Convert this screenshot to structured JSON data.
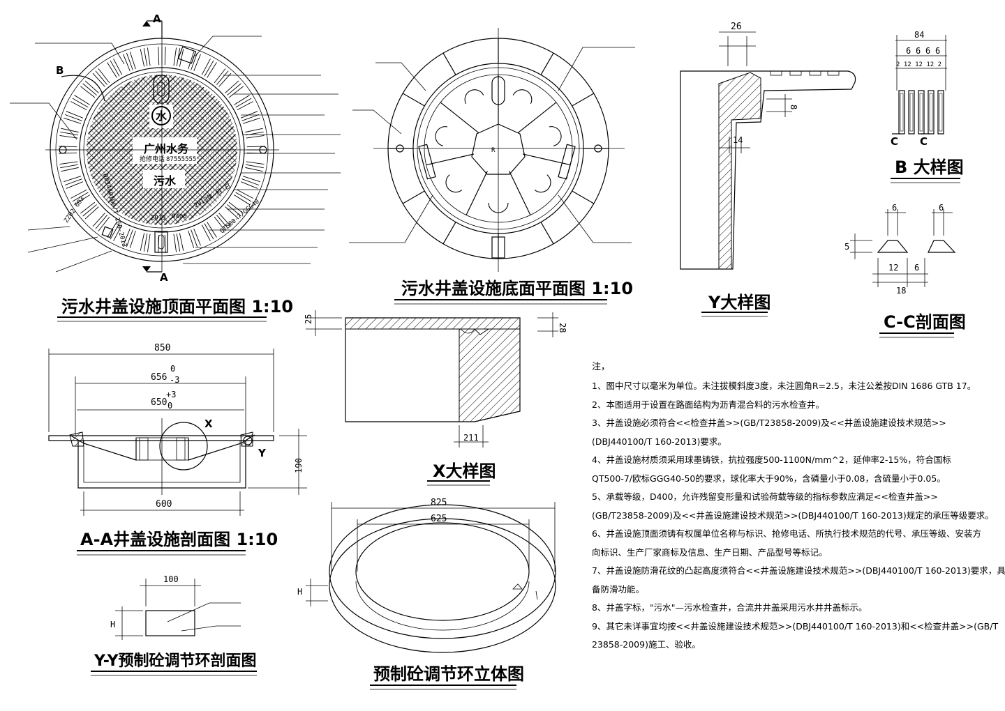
{
  "titles": {
    "top_plan": "污水井盖设施顶面平面图 1:10",
    "bottom_plan": "污水井盖设施底面平面图 1:10",
    "y_detail": "Y大样图",
    "b_detail": "B 大样图",
    "cc_section": "C-C剖面图",
    "aa_section": "A-A井盖设施剖面图 1:10",
    "x_detail": "X大样图",
    "yy_section": "Y-Y预制砼调节环剖面图",
    "ring_3d": "预制砼调节环立体图"
  },
  "labels": {
    "a": "A",
    "b": "B",
    "c": "C",
    "x": "X",
    "y": "Y",
    "h": "H"
  },
  "cover_text": {
    "company": "广州水务",
    "repair_phone_label": "抢修电话",
    "repair_phone": "87555555",
    "type": "污水",
    "water_logo": "水",
    "standard": "DBJ440100/T 160-2013",
    "class": "D400",
    "date": "2013年 月 日",
    "bottom_a": "2013",
    "bottom_b": "9400",
    "left_mark": "ZZ02 603",
    "right_mark": "QT500-7/GGG40"
  },
  "dims": {
    "y26": "26",
    "y8": "8",
    "y14": "14",
    "b84": "84",
    "b6a": "6",
    "b6b": "6",
    "b6c": "6",
    "b6d": "6",
    "b2s": "2 12 12 12 2",
    "cc6a": "6",
    "cc6b": "6",
    "cc5": "5",
    "cc12": "12",
    "cc6c": "6",
    "cc18": "18",
    "aa850": "850",
    "aa656": "656",
    "aa656_tol_up": "0",
    "aa656_tol_dn": "-3",
    "aa650": "650",
    "aa650_tol_up": "+3",
    "aa650_tol_dn": "0",
    "aa190": "190",
    "aa600": "600",
    "x25": "25",
    "x28": "28",
    "x211": "211",
    "r825": "825",
    "r625": "625",
    "yy100": "100",
    "bp_r": "R"
  },
  "notes": {
    "heading": "注，",
    "items": [
      "1、图中尺寸以毫米为单位。未注拔模斜度3度，未注圆角R=2.5，未注公差按DIN 1686 GTB 17。",
      "2、本图适用于设置在路面结构为沥青混合料的污水检查井。",
      "3、井盖设施必须符合<<检查井盖>>(GB/T23858-2009)及<<井盖设施建设技术规范>>",
      "(DBJ440100/T 160-2013)要求。",
      "4、井盖设施材质须采用球墨铸铁，抗拉强度500-1100N/mm^2，延伸率2-15%，符合国标",
      "QT500-7/欧标GGG40-50的要求，球化率大于90%，含磷量小于0.08，含硫量小于0.05。",
      "5、承载等级，D400，允许残留变形量和试验荷载等级的指标参数应满足<<检查井盖>>",
      "(GB/T23858-2009)及<<井盖设施建设技术规范>>(DBJ440100/T 160-2013)规定的承压等级要求。",
      "6、井盖设施顶面须铸有权属单位名称与标识、抢修电话、所执行技术规范的代号、承压等级、安装方",
      "向标识、生产厂家商标及信息、生产日期、产品型号等标记。",
      "7、井盖设施防滑花纹的凸起高度须符合<<井盖设施建设技术规范>>(DBJ440100/T 160-2013)要求，具",
      "备防滑功能。",
      "8、井盖字标，\"污水\"—污水检查井，合流井井盖采用污水井井盖标示。",
      "9、其它未详事宜均按<<井盖设施建设技术规范>>(DBJ440100/T 160-2013)和<<检查井盖>>(GB/T",
      "23858-2009)施工、验收。"
    ]
  }
}
